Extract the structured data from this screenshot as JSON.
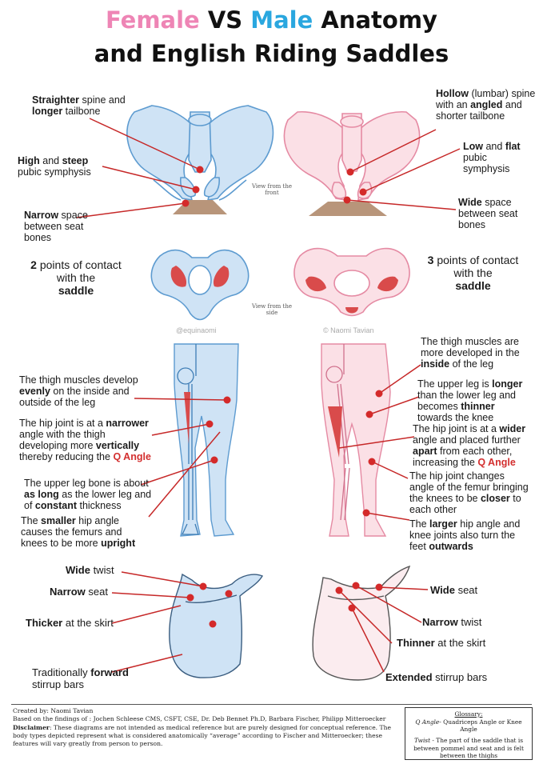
{
  "title": {
    "female": "Female",
    "vs": " VS ",
    "male": "Male",
    "anatomy": " Anatomy",
    "line2": "and English Riding Saddles"
  },
  "pelvis_front": {
    "caption": "View from the front",
    "female": [
      {
        "bold": "Straighter",
        "rest": " spine and ",
        "bold2": "longer",
        "rest2": " tailbone"
      },
      {
        "bold": "High",
        "rest": " and ",
        "bold2": "steep",
        "rest2": " pubic symphysis"
      },
      {
        "bold": "Narrow",
        "rest": " space between seat bones"
      }
    ],
    "male": [
      {
        "bold": "Hollow",
        "rest": " (lumbar) spine with an ",
        "bold2": "angled",
        "rest2": " and shorter tailbone"
      },
      {
        "bold": "Low",
        "rest": " and ",
        "bold2": "flat",
        "rest2": " pubic symphysis"
      },
      {
        "bold": "Wide",
        "rest": " space between seat bones"
      }
    ]
  },
  "pelvis_side": {
    "caption": "View from the side",
    "female": {
      "num": "2",
      "rest": " points of contact with the",
      "bold": "saddle"
    },
    "male": {
      "num": "3",
      "rest": " points of contact with the",
      "bold": "saddle"
    },
    "watermark_left": "@equinaomi",
    "watermark_right": "© Naomi Tavian"
  },
  "legs": {
    "female": [
      {
        "pre": "The thigh muscles develop ",
        "bold": "evenly",
        "post": " on the inside and outside of the leg"
      },
      {
        "pre": "The hip joint is at a ",
        "bold": "narrower",
        "mid": " angle with the thigh developing more ",
        "bold2": "vertically",
        "post": " thereby reducing the ",
        "red": "Q Angle"
      },
      {
        "pre": "The upper leg bone is about ",
        "bold": "as long",
        "mid": " as the lower leg and of ",
        "bold2": "constant",
        "post": " thickness"
      },
      {
        "pre": "The ",
        "bold": "smaller",
        "mid": " hip angle causes the femurs and knees to be more ",
        "bold2": "upright",
        "post": ""
      }
    ],
    "male": [
      {
        "pre": "The thigh muscles are more developed in the ",
        "bold": "inside",
        "post": " of the leg"
      },
      {
        "pre": "The upper leg is ",
        "bold": "longer",
        "mid": " than the lower leg and becomes ",
        "bold2": "thinner",
        "post": " towards the knee"
      },
      {
        "pre": "The hip joint is at a ",
        "bold": "wider",
        "mid": " angle and placed further ",
        "bold2": "apart",
        "post": " from each other, increasing the ",
        "red": "Q Angle"
      },
      {
        "pre": "The hip joint changes angle of the femur bringing the knees to be ",
        "bold": "closer",
        "post": " to each other"
      },
      {
        "pre": "The ",
        "bold": "larger",
        "mid": " hip angle and knee joints also turn the feet ",
        "bold2": "outwards",
        "post": ""
      }
    ]
  },
  "saddles": {
    "female": [
      {
        "bold": "Wide",
        "rest": " twist"
      },
      {
        "bold": "Narrow",
        "rest": " seat"
      },
      {
        "bold": "Thicker",
        "rest": " at the skirt"
      },
      {
        "pre": "Traditionally ",
        "bold": "forward",
        "rest": " stirrup bars"
      }
    ],
    "male": [
      {
        "bold": "Wide",
        "rest": " seat"
      },
      {
        "bold": "Narrow",
        "rest": " twist"
      },
      {
        "bold": "Thinner",
        "rest": " at the skirt"
      },
      {
        "bold": "Extended",
        "rest": " stirrup bars"
      }
    ]
  },
  "footer": {
    "created": "Created by: Naomi Tavian",
    "based": "Based on the findings of : Jochen Schleese CMS, CSFT, CSE,  Dr. Deb Bennet  Ph.D, Barbara Fischer, Philipp Mitteroecker",
    "disclaimer_label": "Disclaimer",
    "disclaimer": ": These diagrams are not intended as medical reference but are purely designed for conceptual reference. The body types depicted represent what is considered anatomically “average” according to Fischer and Mitteroecker; these features will vary greatly from person to person."
  },
  "glossary": {
    "title": "Glossary:",
    "q_term": "Q Angle",
    "q_def": "- Quadriceps Angle or Knee Angle",
    "twist_term": "Twist",
    "twist_def": " - The part of the saddle that is between pommel and seat and is felt between the thighs"
  },
  "colors": {
    "female_fill": "#cfe3f5",
    "female_stroke": "#5d9bd0",
    "male_fill": "#fbe0e6",
    "male_stroke": "#e58aa3",
    "marker": "#d42a2a",
    "leader": "#c62828",
    "saddle_base": "#b8957a"
  }
}
